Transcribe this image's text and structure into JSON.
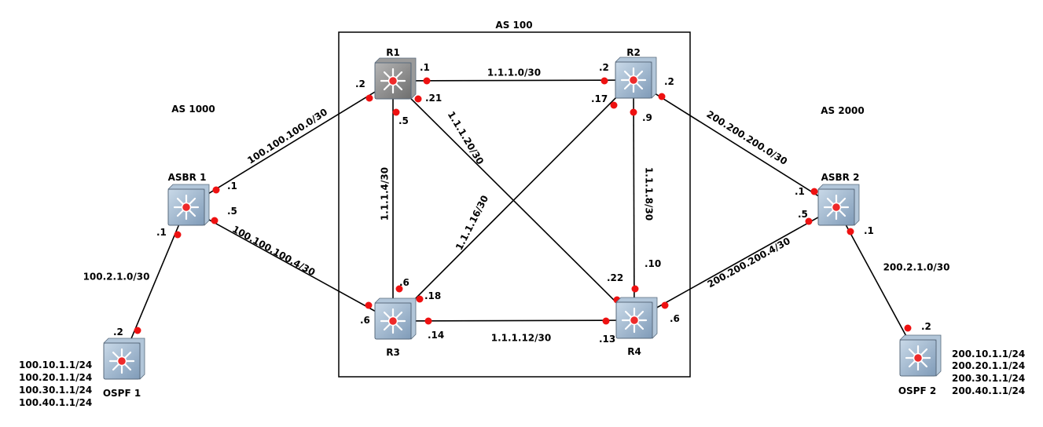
{
  "colors": {
    "link": "#000000",
    "port": "#ee1111",
    "router_gray": "#8a8a8a",
    "router_blue": "#9ab3cc",
    "background": "#ffffff"
  },
  "as_box": {
    "label": "AS 100"
  },
  "as_labels": {
    "as1000": "AS 1000",
    "as2000": "AS 2000"
  },
  "nodes": [
    {
      "id": "R1",
      "label": "R1",
      "style": "gray",
      "icon": "router-icon"
    },
    {
      "id": "R2",
      "label": "R2",
      "style": "blue",
      "icon": "router-icon"
    },
    {
      "id": "R3",
      "label": "R3",
      "style": "blue",
      "icon": "router-icon"
    },
    {
      "id": "R4",
      "label": "R4",
      "style": "blue",
      "icon": "router-icon"
    },
    {
      "id": "ASBR1",
      "label": "ASBR 1",
      "style": "blue",
      "icon": "router-icon"
    },
    {
      "id": "ASBR2",
      "label": "ASBR 2",
      "style": "blue",
      "icon": "router-icon"
    },
    {
      "id": "OSPF1",
      "label": "OSPF 1",
      "style": "blue",
      "icon": "router-icon"
    },
    {
      "id": "OSPF2",
      "label": "OSPF 2",
      "style": "blue",
      "icon": "router-icon"
    }
  ],
  "links": [
    {
      "a": "R1",
      "b": "R2",
      "subnet": "1.1.1.0/30",
      "a_ip": ".1",
      "b_ip": ".2"
    },
    {
      "a": "R1",
      "b": "R3",
      "subnet": "1.1.1.4/30",
      "a_ip": ".5",
      "b_ip": ".6"
    },
    {
      "a": "R2",
      "b": "R4",
      "subnet": "1.1.1.8/30",
      "a_ip": ".9",
      "b_ip": ".10"
    },
    {
      "a": "R3",
      "b": "R4",
      "subnet": "1.1.1.12/30",
      "a_ip": ".14",
      "b_ip": ".13"
    },
    {
      "a": "R3",
      "b": "R2",
      "subnet": "1.1.1.16/30",
      "a_ip": ".18",
      "b_ip": ".17"
    },
    {
      "a": "R1",
      "b": "R4",
      "subnet": "1.1.1.20/30",
      "a_ip": ".21",
      "b_ip": ".22"
    },
    {
      "a": "ASBR1",
      "b": "R1",
      "subnet": "100.100.100.0/30",
      "a_ip": ".1",
      "b_ip": ".2"
    },
    {
      "a": "ASBR1",
      "b": "R3",
      "subnet": "100.100.100.4/30",
      "a_ip": ".5",
      "b_ip": ".6"
    },
    {
      "a": "ASBR1",
      "b": "OSPF1",
      "subnet": "100.2.1.0/30",
      "a_ip": ".1",
      "b_ip": ".2"
    },
    {
      "a": "R2",
      "b": "ASBR2",
      "subnet": "200.200.200.0/30",
      "a_ip": ".2",
      "b_ip": ".1"
    },
    {
      "a": "R4",
      "b": "ASBR2",
      "subnet": "200.200.200.4/30",
      "a_ip": ".6",
      "b_ip": ".5"
    },
    {
      "a": "ASBR2",
      "b": "OSPF2",
      "subnet": "200.2.1.0/30",
      "a_ip": ".1",
      "b_ip": ".2"
    }
  ],
  "networks": {
    "ospf1": [
      "100.10.1.1/24",
      "100.20.1.1/24",
      "100.30.1.1/24",
      "100.40.1.1/24"
    ],
    "ospf2": [
      "200.10.1.1/24",
      "200.20.1.1/24",
      "200.30.1.1/24",
      "200.40.1.1/24"
    ]
  }
}
